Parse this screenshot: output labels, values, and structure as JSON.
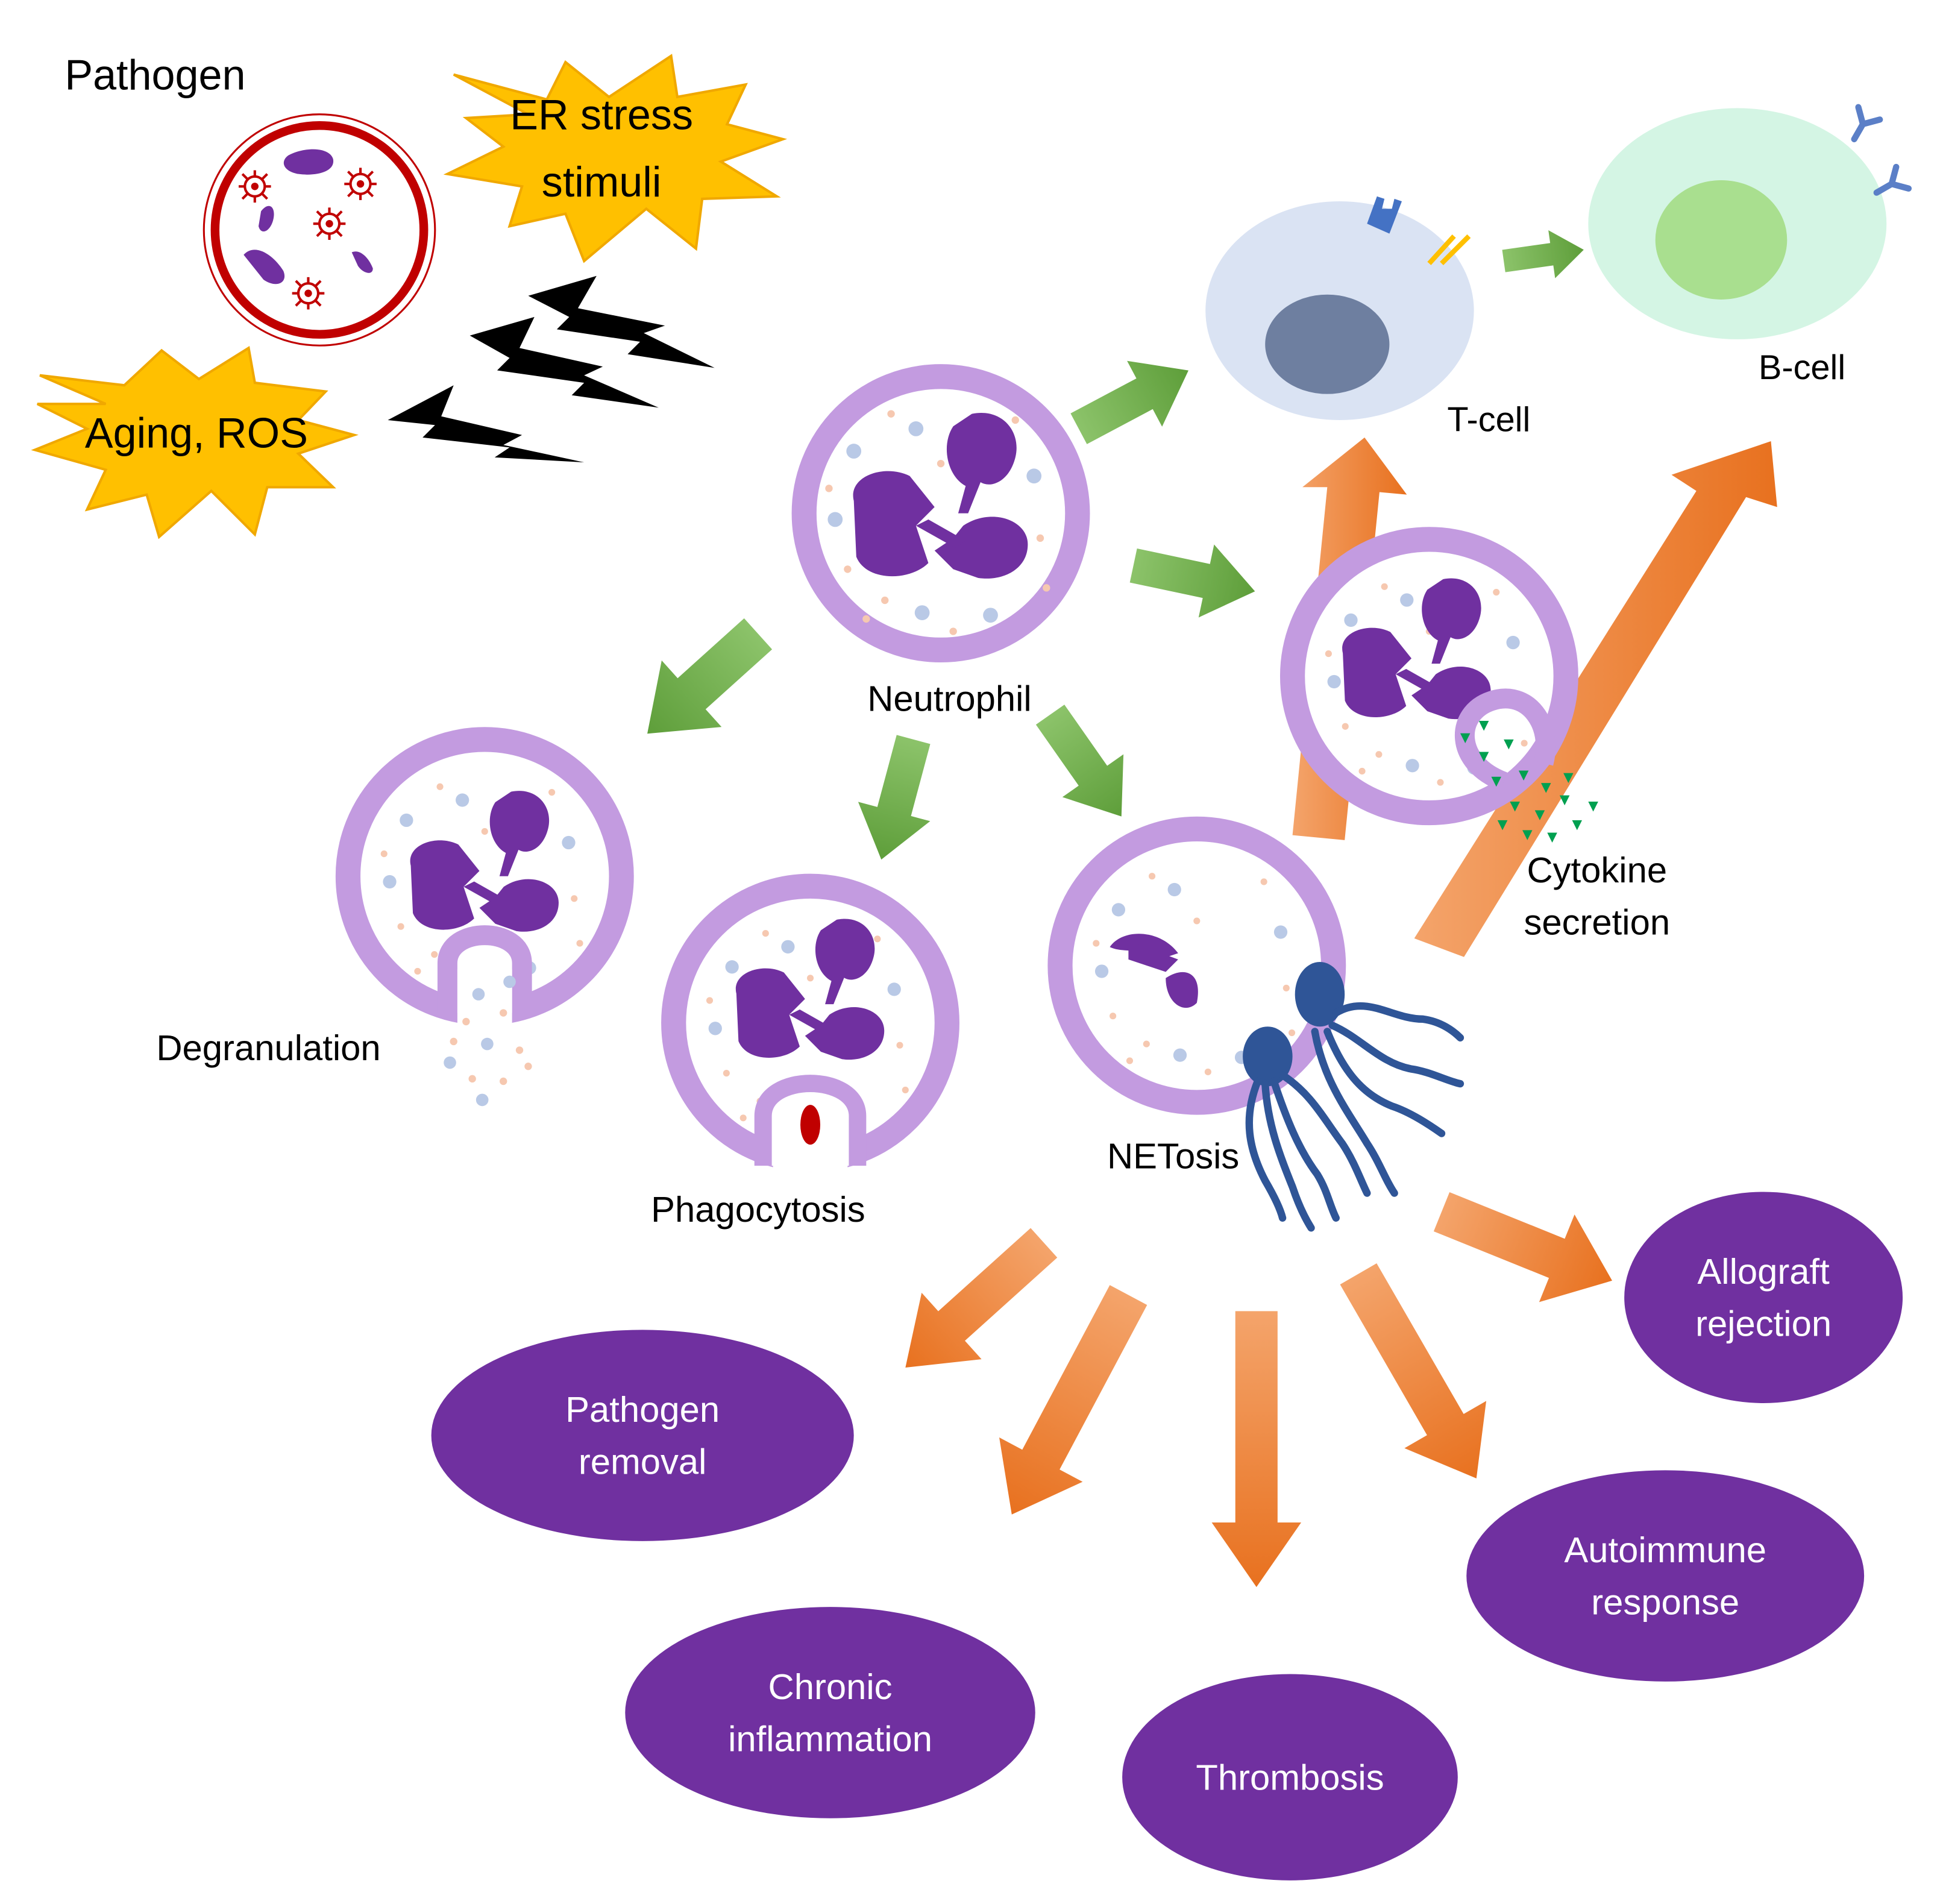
{
  "stimuli": {
    "pathogen": "Pathogen",
    "er_stress_line1": "ER stress",
    "er_stress_line2": "stimuli",
    "aging_ros": "Aging, ROS"
  },
  "cells": {
    "neutrophil": "Neutrophil",
    "t_cell": "T-cell",
    "b_cell": "B-cell"
  },
  "processes": {
    "degranulation": "Degranulation",
    "phagocytosis": "Phagocytosis",
    "netosis": "NETosis",
    "cytokine_line1": "Cytokine",
    "cytokine_line2": "secretion"
  },
  "outcomes": {
    "pathogen_removal_line1": "Pathogen",
    "pathogen_removal_line2": "removal",
    "chronic_inflammation_line1": "Chronic",
    "chronic_inflammation_line2": "inflammation",
    "thrombosis": "Thrombosis",
    "autoimmune_line1": "Autoimmune",
    "autoimmune_line2": "response",
    "allograft_line1": "Allograft",
    "allograft_line2": "rejection"
  },
  "colors": {
    "purple": "#7030a0",
    "membrane": "#c9a0e0",
    "green_arrow": "#70ad47",
    "orange_arrow": "#ed7d31",
    "star": "#ffc000",
    "pathogen_red": "#c00000"
  }
}
